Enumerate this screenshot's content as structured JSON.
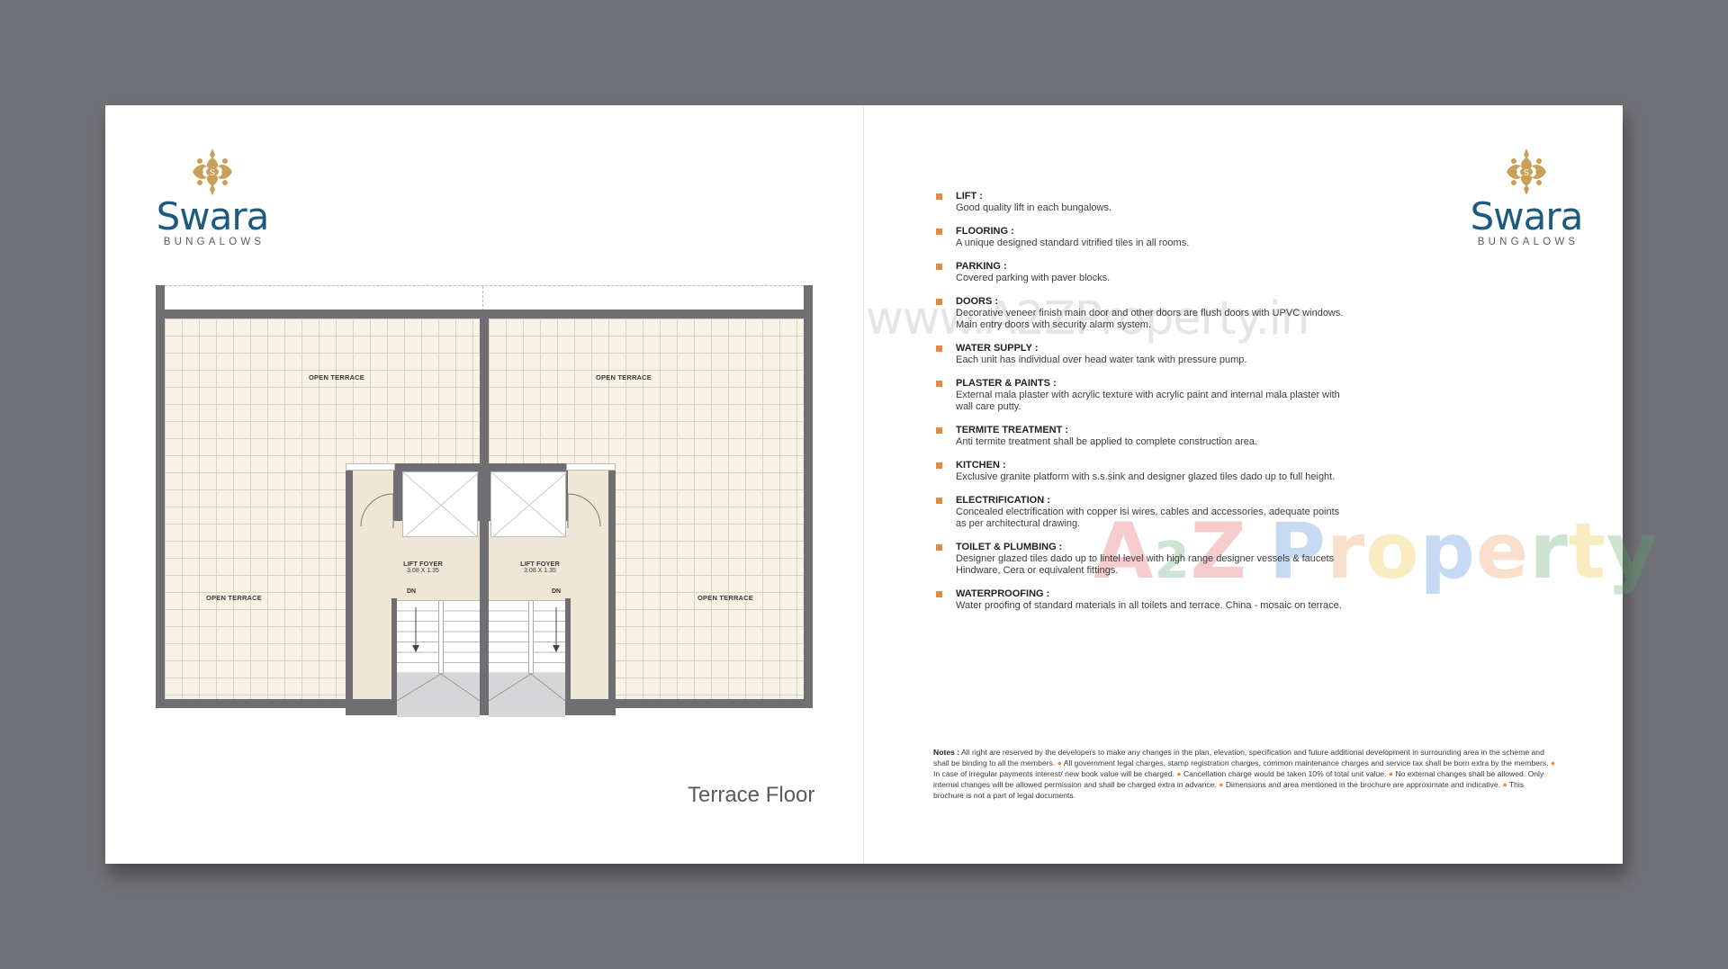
{
  "brand": {
    "name": "Swara",
    "subtitle": "BUNGALOWS",
    "colors": {
      "primary": "#1d5a7e",
      "accent_gold": "#c9a05a",
      "bullet": "#e48a3d"
    }
  },
  "left_page": {
    "plan_title": "Terrace Floor",
    "rooms": {
      "open_terrace_tl": "OPEN TERRACE",
      "open_terrace_tr": "OPEN TERRACE",
      "open_terrace_bl": "OPEN TERRACE",
      "open_terrace_br": "OPEN TERRACE",
      "lift_foyer_left": {
        "name": "LIFT FOYER",
        "size": "3.08 X 1.35"
      },
      "lift_foyer_right": {
        "name": "LIFT FOYER",
        "size": "3.08 X 1.35"
      },
      "dn_left": "DN",
      "dn_right": "DN"
    }
  },
  "right_page": {
    "specifications": [
      {
        "title": "LIFT :",
        "desc": "Good quality lift in each bungalows."
      },
      {
        "title": "FLOORING :",
        "desc": "A unique designed standard vitrified tiles in all rooms."
      },
      {
        "title": "PARKING :",
        "desc": "Covered parking with paver blocks."
      },
      {
        "title": "DOORS :",
        "desc": "Decorative veneer finish main door and other doors are flush doors with UPVC windows. Main entry doors with security alarm system."
      },
      {
        "title": "WATER SUPPLY :",
        "desc": "Each unit has individual over head water tank with pressure pump."
      },
      {
        "title": "PLASTER & PAINTS :",
        "desc": "External mala plaster with acrylic texture with acrylic paint and internal mala plaster with wall care putty."
      },
      {
        "title": "TERMITE TREATMENT :",
        "desc": "Anti termite treatment shall be applied to complete construction area."
      },
      {
        "title": "KITCHEN :",
        "desc": "Exclusive granite platform with s.s.sink and designer glazed tiles dado up to full height."
      },
      {
        "title": "ELECTRIFICATION :",
        "desc": "Concealed electrification with copper isi wires, cables and accessories, adequate points as per architectural drawing."
      },
      {
        "title": "TOILET & PLUMBING :",
        "desc": "Designer glazed tiles dado up to lintel level with high range designer vessels & faucets Hindware,  Cera  or equivalent fittings."
      },
      {
        "title": "WATERPROOFING :",
        "desc": "Water proofing of standard materials in all toilets and terrace. China - mosaic on terrace."
      }
    ],
    "notes": {
      "label": "Notes :",
      "items": [
        "All right are reserved by the developers to make any changes in the plan, elevation, specification and future additional development in surrounding area in the scheme and shall be binding to all the members.",
        "All government legal charges, stamp registration charges, common maintenance charges and service tax shall be born extra by the members.",
        "In case of irregular payments interest/ new book value will be charged.",
        "Cancellation charge would be taken 10% of total unit value.",
        "No external changes shall be allowed. Only internal changes will be allowed permission and shall be charged extra in advance.",
        "Dimensions and area mentioned in the brochure are approximate and indicative.",
        "This brochure is not a part of legal documents."
      ]
    }
  },
  "watermarks": {
    "url": "www.A2ZProperty.in",
    "logo_letters": [
      "A",
      "2",
      "Z",
      " ",
      "P",
      "r",
      "o",
      "p",
      "e",
      "r",
      "t",
      "y"
    ],
    "logo_colors": [
      "#e35a5a",
      "#5aa86a",
      "#e35a5a",
      "",
      "#4a86d8",
      "#ef9a5a",
      "#f0c23a",
      "#4a86d8",
      "#ef9a5a",
      "#5aa86a",
      "#f0c23a",
      "#5aa86a"
    ]
  }
}
